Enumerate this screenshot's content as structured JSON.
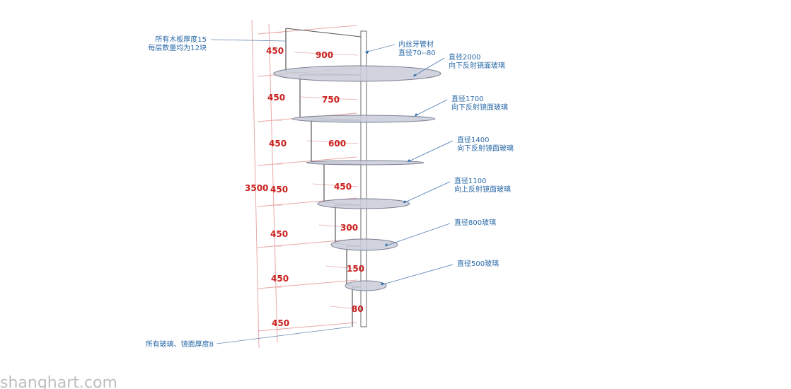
{
  "total_height_label": "3500",
  "levels": [
    {
      "height_label": "450",
      "depth_label": "900",
      "glass_line1": "直径2000",
      "glass_line2": "向下反射镜面玻璃"
    },
    {
      "height_label": "450",
      "depth_label": "750",
      "glass_line1": "直径1700",
      "glass_line2": "向下反射镜面玻璃"
    },
    {
      "height_label": "450",
      "depth_label": "600",
      "glass_line1": "直径1400",
      "glass_line2": "向下反射镜面玻璃"
    },
    {
      "height_label": "450",
      "depth_label": "450",
      "glass_line1": "直径1100",
      "glass_line2": "向上反射镜面玻璃"
    },
    {
      "height_label": "450",
      "depth_label": "300",
      "glass_line1": "直径800玻璃",
      "glass_line2": ""
    },
    {
      "height_label": "450",
      "depth_label": "150",
      "glass_line1": "直径500玻璃",
      "glass_line2": ""
    },
    {
      "height_label": "450",
      "depth_label": "80",
      "glass_line1": "",
      "glass_line2": ""
    }
  ],
  "notes": {
    "board_line1": "所有木板厚度15",
    "board_line2": "每层数量均为12块",
    "pipe_line1": "内丝牙管材",
    "pipe_line2": "直径70--80",
    "glass_thickness": "所有玻璃、镜面厚度8"
  },
  "watermark": "shanghart.com",
  "colors": {
    "dimension_red": "#c8201e",
    "annotation_blue": "#2a6aa8",
    "glass_fill": "#c9ccd8",
    "glass_stroke": "#7a7f92",
    "guide_line": "#e8a8a8"
  }
}
